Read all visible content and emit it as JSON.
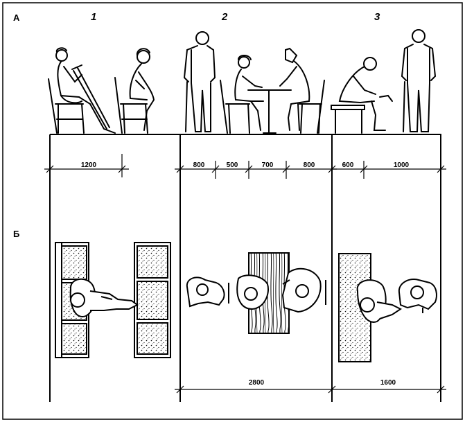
{
  "row_labels": {
    "elevation": "А",
    "plan": "Б"
  },
  "column_numbers": [
    "1",
    "2",
    "3"
  ],
  "top_dimensions": {
    "group1": [
      "1200"
    ],
    "group2": [
      "800",
      "500",
      "700",
      "800"
    ],
    "group3": [
      "600",
      "1000"
    ]
  },
  "bottom_dimensions": {
    "group2": "2800",
    "group3": "1600"
  }
}
